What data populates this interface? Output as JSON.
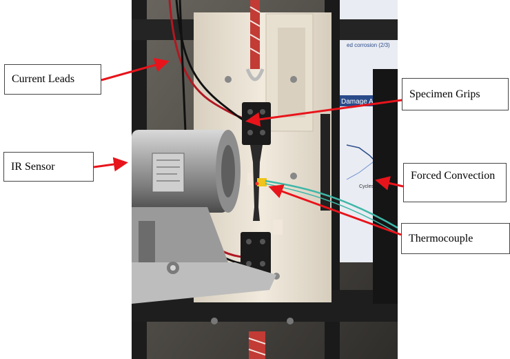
{
  "labels": {
    "current_leads": "Current Leads",
    "ir_sensor": "IR Sensor",
    "specimen_grips": "Specimen Grips",
    "forced_convection": "Forced Convection",
    "thermocouple": "Thermocouple"
  },
  "photo_panel": {
    "chart_title": "Damage Acc",
    "chart_subtitle": "ed corrosion (2/3)",
    "chart_axis": "Cycles"
  },
  "colors": {
    "arrow": "#e8141b",
    "frame": "#1e1e1e",
    "fixture": "#ece4d6",
    "lead_red": "#c01a22",
    "thermocouple_wire": "#3fb7a8"
  }
}
